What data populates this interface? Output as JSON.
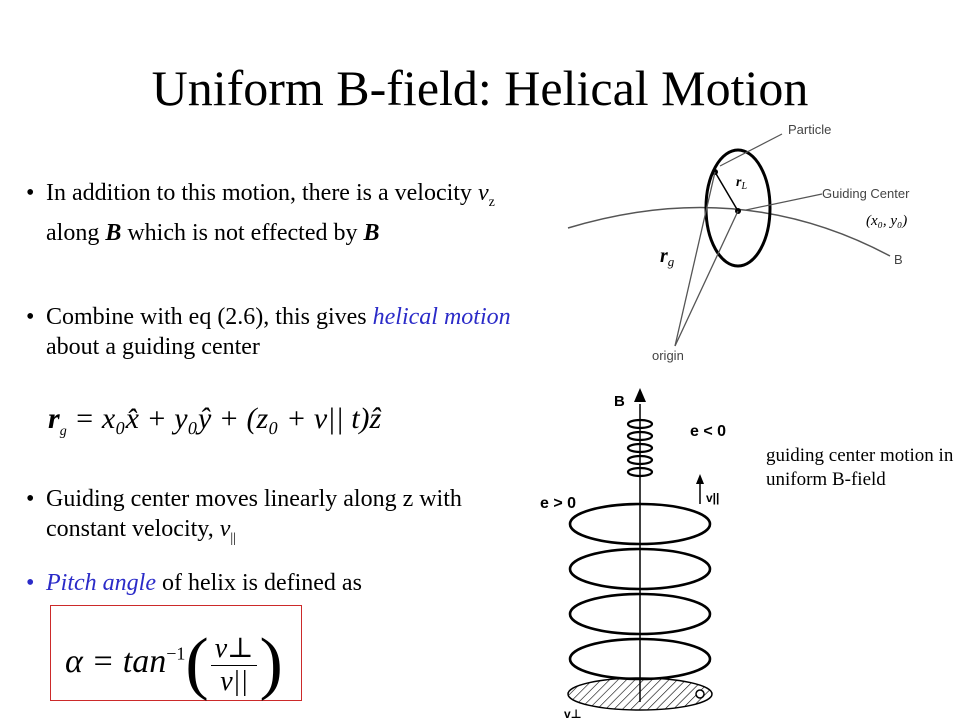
{
  "title": "Uniform B-field: Helical Motion",
  "bullets": [
    {
      "parts": [
        "In addition to this motion, there is a velocity ",
        "v",
        "z",
        " along ",
        "B",
        " which is not effected by ",
        "B"
      ]
    },
    {
      "parts": [
        "Combine with eq (2.6), this gives ",
        "helical motion",
        " about a guiding center"
      ]
    },
    {
      "parts": [
        "Guiding center moves linearly along z with constant velocity, ",
        "v",
        "||"
      ]
    },
    {
      "parts": [
        "Pitch angle",
        " of helix is defined as"
      ]
    }
  ],
  "bullet_glyph": "•",
  "equation_rg": {
    "lhs": "r",
    "lhs_sub": "g",
    "rhs": "= x₀x̂ + y₀ŷ + (z₀ + v|| t)ẑ"
  },
  "equation_alpha": {
    "lhs": "α = tan",
    "exp": "−1",
    "num": "v⊥",
    "den": "v||"
  },
  "diagram_top": {
    "labels": {
      "particle": "Particle",
      "guiding_center": "Guiding Center",
      "b": "B",
      "origin": "origin",
      "rL": "r",
      "rL_sub": "L",
      "rg": "r",
      "rg_sub": "g",
      "coords": "(x₀, y₀)"
    }
  },
  "diagram_bottom": {
    "labels": {
      "b": "B",
      "e_neg": "e < 0",
      "e_pos": "e > 0",
      "v_par": "v||",
      "v_perp": "v⊥"
    }
  },
  "caption": "guiding center motion in uniform B-field"
}
